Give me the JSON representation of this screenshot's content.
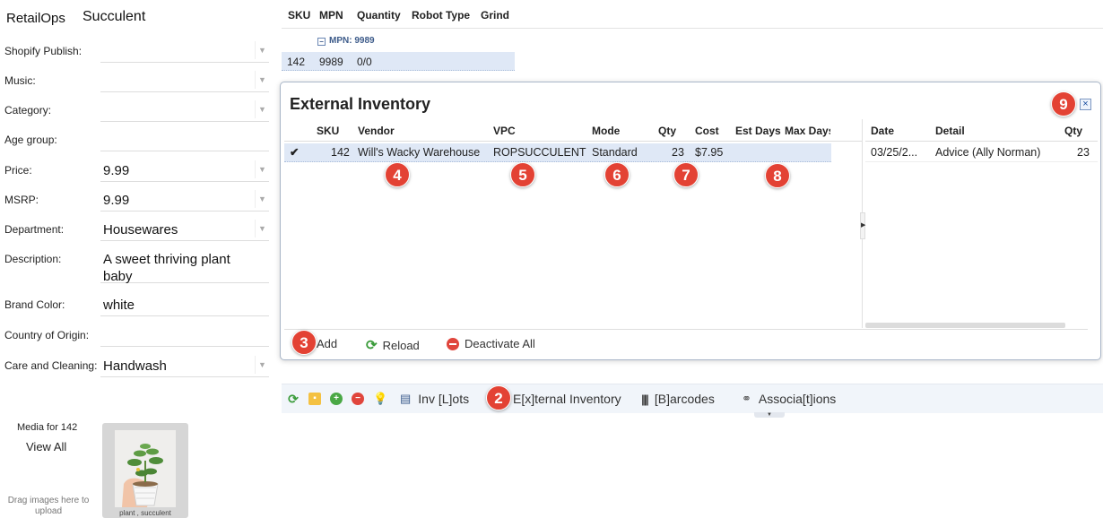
{
  "app": {
    "brand": "RetailOps",
    "product_name": "Succulent"
  },
  "form": {
    "fields": [
      {
        "label": "Shopify Publish:",
        "value": ""
      },
      {
        "label": "Music:",
        "value": ""
      },
      {
        "label": "Category:",
        "value": ""
      },
      {
        "label": "Age group:",
        "value": ""
      },
      {
        "label": "Price:",
        "value": "9.99"
      },
      {
        "label": "MSRP:",
        "value": "9.99"
      },
      {
        "label": "Department:",
        "value": "Housewares"
      },
      {
        "label": "Description:",
        "value": "A sweet thriving plant baby"
      },
      {
        "label": "Brand Color:",
        "value": "white"
      },
      {
        "label": "Country of Origin:",
        "value": ""
      },
      {
        "label": "Care and Cleaning:",
        "value": "Handwash"
      }
    ]
  },
  "media": {
    "label": "Media for 142",
    "view_all": "View All",
    "drag_hint": "Drag images here to upload",
    "thumb_caption": "plant , succulent"
  },
  "grid": {
    "columns": [
      "SKU",
      "MPN",
      "Quantity",
      "Robot Type",
      "Grind"
    ],
    "group_label": "MPN: 9989",
    "group_toggle": "−",
    "row": {
      "sku": "142",
      "mpn": "9989",
      "quantity": "0/0"
    }
  },
  "dialog": {
    "title": "External Inventory",
    "close": "×",
    "inventory_columns": [
      "SKU",
      "Vendor",
      "VPC",
      "Mode",
      "Qty",
      "Cost",
      "Est Days",
      "Max Days"
    ],
    "inventory_row": {
      "check": "✔",
      "sku": "142",
      "vendor": "Will's Wacky Warehouse",
      "vpc": "ROPSUCCULENT",
      "mode": "Standard",
      "qty": "23",
      "cost": "$7.95",
      "est_days": "",
      "max_days": ""
    },
    "history_columns": [
      "Date",
      "Detail",
      "Qty"
    ],
    "history_row": {
      "date": "03/25/2...",
      "detail": "Advice (Ally Norman)",
      "qty": "23"
    },
    "toolbar": {
      "add": "Add",
      "reload": "Reload",
      "deactivate_all": "Deactivate All"
    }
  },
  "bottom_tabs": {
    "inv_lots": "Inv [L]ots",
    "external_inventory": "E[x]ternal Inventory",
    "barcodes": "[B]arcodes",
    "associations": "Associa[t]ions"
  },
  "icons": {
    "add": "plus-icon",
    "reload": "refresh-icon",
    "deactivate": "minus-circle-icon",
    "barcode": "barcode-icon",
    "link": "link-icon",
    "lock": "lock-icon",
    "bulb": "lightbulb-icon"
  },
  "annotations": [
    "2",
    "3",
    "4",
    "5",
    "6",
    "7",
    "8",
    "9"
  ],
  "colors": {
    "badge": "#e34234",
    "selection": "#dfe8f6",
    "accent": "#3d5b8a"
  }
}
